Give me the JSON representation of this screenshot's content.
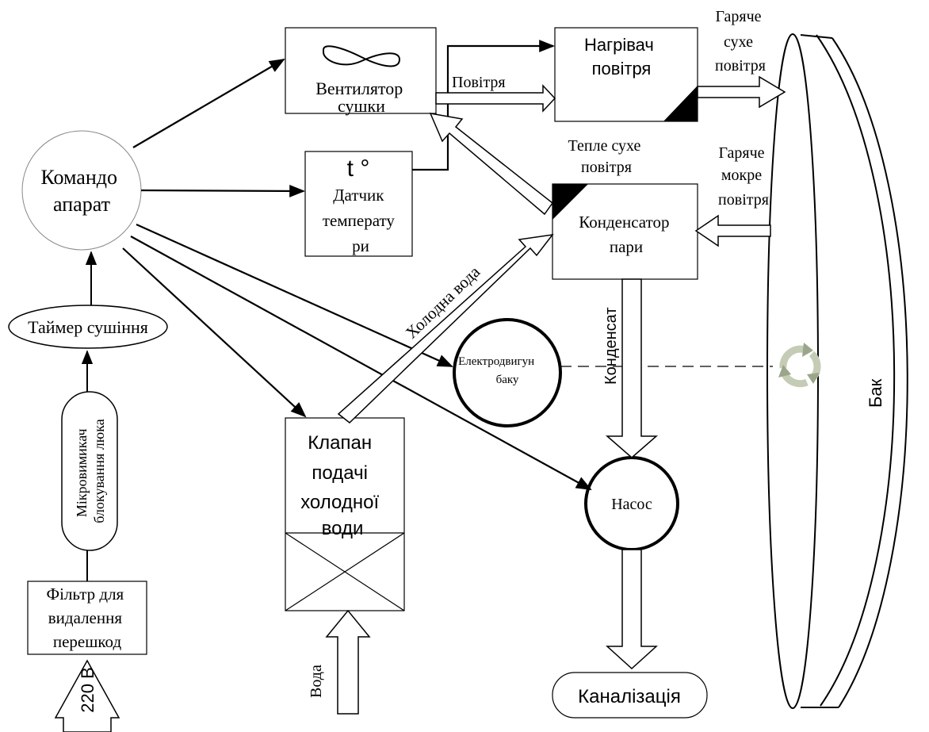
{
  "nodes": {
    "controller": [
      "Командо",
      "апарат"
    ],
    "timer": "Таймер сушіння",
    "microswitch": [
      "Мікровимикач",
      "блокування люка"
    ],
    "filter": [
      "Фільтр для",
      "видалення",
      "перешкод"
    ],
    "power": "220 В",
    "fan": [
      "Вентилятор",
      "сушки"
    ],
    "heater": [
      "Нагрівач",
      "повітря"
    ],
    "temp_symbol": "t °",
    "temp_sensor": [
      "Датчик",
      "температу",
      "ри"
    ],
    "condenser": [
      "Конденсатор",
      "пари"
    ],
    "motor": [
      "Електродвигун",
      "баку"
    ],
    "valve": [
      "Клапан",
      "подачі",
      "холодної",
      "води"
    ],
    "pump": "Насос",
    "sewer": "Каналізація",
    "drum": "Бак"
  },
  "flow_labels": {
    "air": "Повітря",
    "hot_dry_air": [
      "Гаряче",
      "сухе",
      "повітря"
    ],
    "warm_dry_air": [
      "Тепле сухе",
      "повітря"
    ],
    "hot_wet_air": [
      "Гаряче",
      "мокре",
      "повітря"
    ],
    "cold_water": "Холодна вода",
    "condensate": "Конденсат",
    "water": "Вода"
  }
}
